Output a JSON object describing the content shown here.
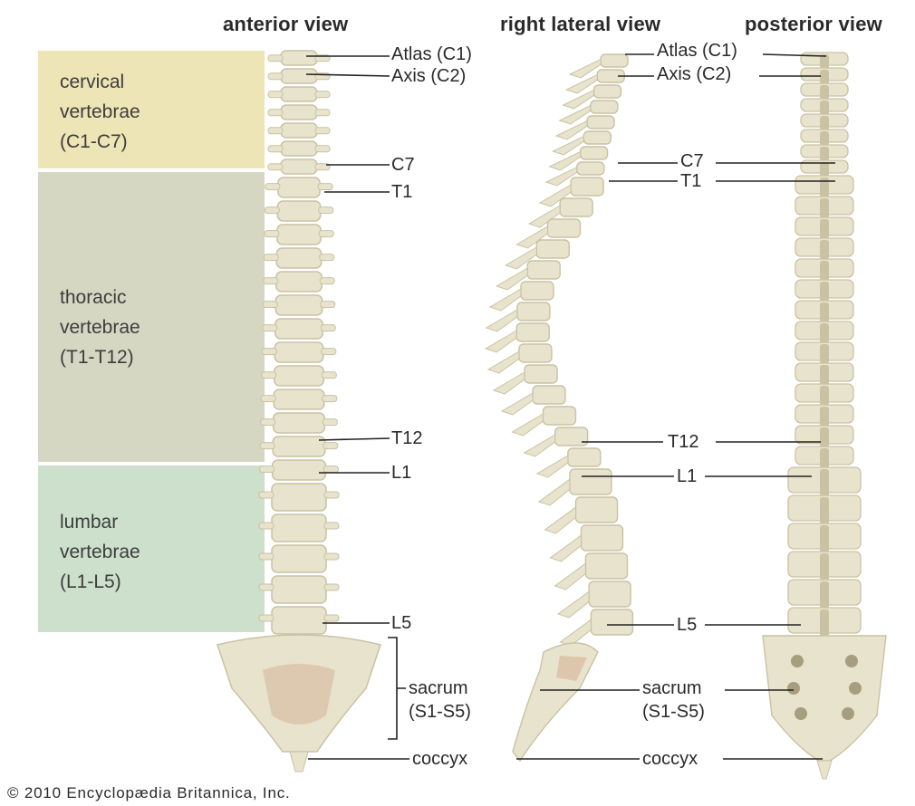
{
  "views": {
    "anterior": "anterior view",
    "lateral": "right lateral view",
    "posterior": "posterior view"
  },
  "regions": [
    {
      "lines": [
        "cervical",
        "vertebrae",
        "(C1-C7)"
      ],
      "color": "#ede5b6"
    },
    {
      "lines": [
        "thoracic",
        "vertebrae",
        "(T1-T12)"
      ],
      "color": "#d6d7c2"
    },
    {
      "lines": [
        "lumbar",
        "vertebrae",
        "(L1-L5)"
      ],
      "color": "#cde0cc"
    }
  ],
  "labels": {
    "atlas": "Atlas (C1)",
    "axis": "Axis (C2)",
    "c7": "C7",
    "t1": "T1",
    "t12": "T12",
    "l1": "L1",
    "l5": "L5",
    "sacrum": "sacrum",
    "sacrum_range": "(S1-S5)",
    "coccyx": "coccyx"
  },
  "copyright": "© 2010 Encyclopædia Britannica, Inc.",
  "colors": {
    "bone": "#e8e3cd",
    "bone_shadow": "#c9c2a3",
    "disc": "#f4f1e4",
    "sacrum_tint": "#d9bea3",
    "line": "#222222"
  }
}
